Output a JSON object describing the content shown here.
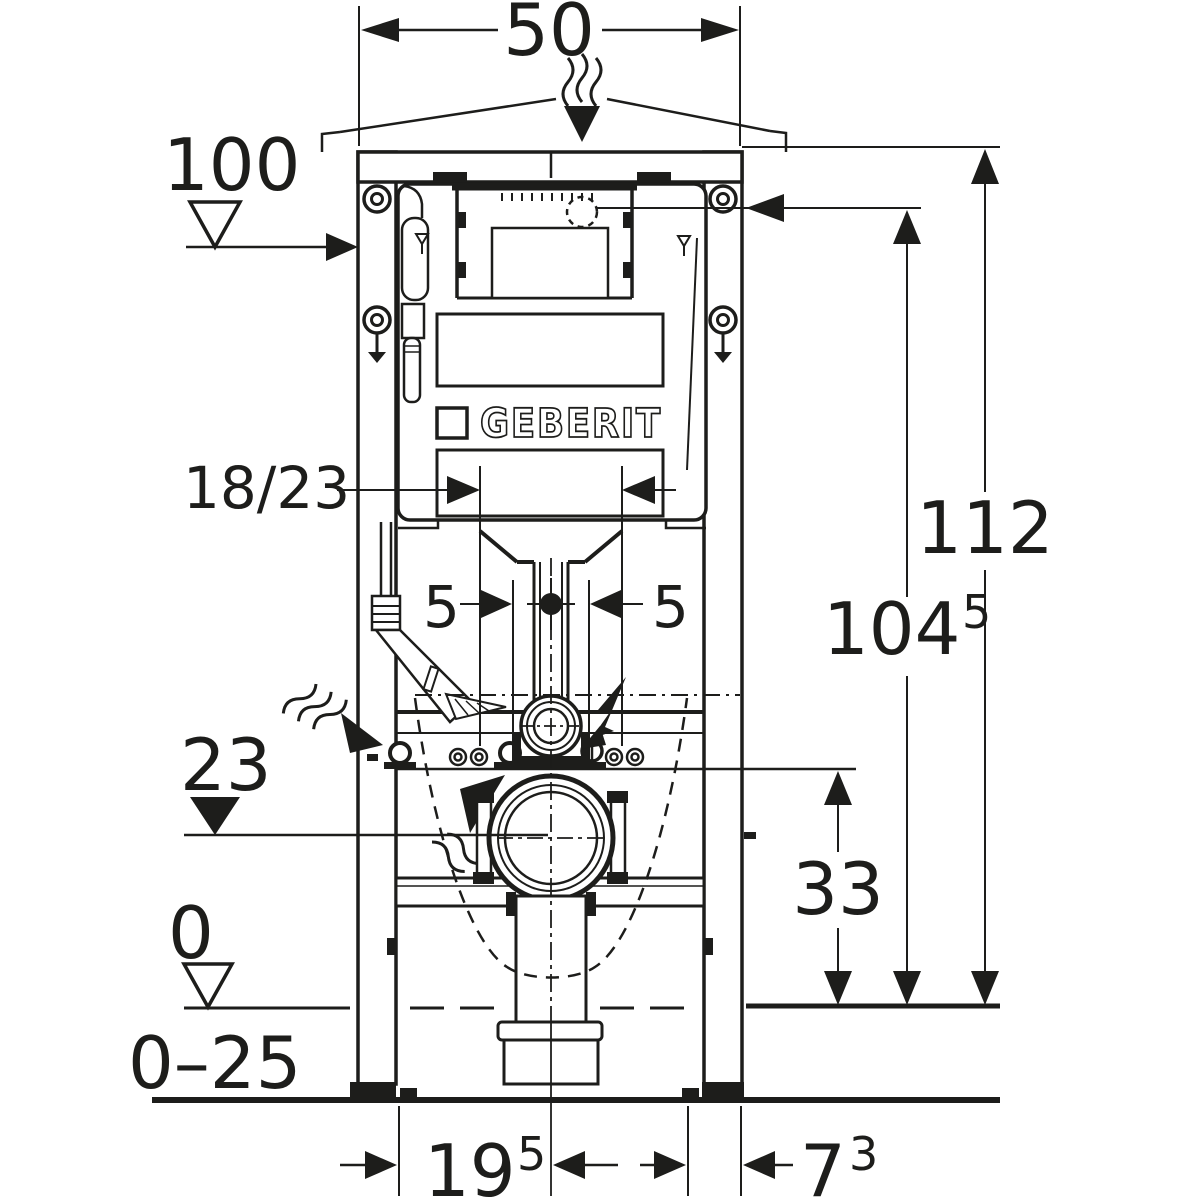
{
  "drawing": {
    "brand_logo": "GEBERIT",
    "dimensions": {
      "frame_width": "50",
      "level_100": "100",
      "flush_bend_offset": "18/23",
      "offset_left": "5",
      "offset_right": "5",
      "level_23": "23",
      "level_0": "0",
      "floor_buildup_range": "0–25",
      "front_distance": "19",
      "front_distance_sup": "5",
      "side_distance": "7",
      "side_distance_sup": "3",
      "outlet_height": "33",
      "connection_height": "104",
      "connection_height_sup": "5",
      "total_height": "112"
    },
    "colors": {
      "line": "#1d1d1b",
      "background": "#ffffff"
    }
  }
}
